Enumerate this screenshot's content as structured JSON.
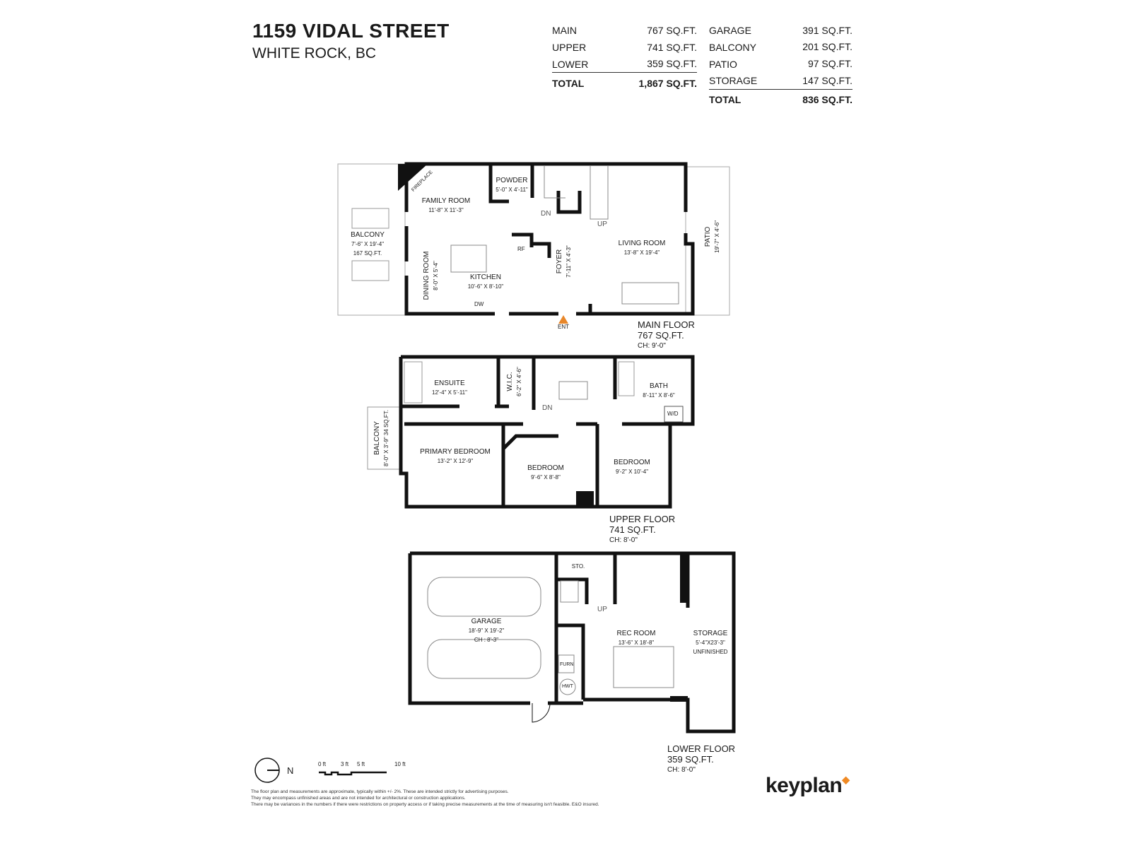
{
  "header": {
    "title": "1159 VIDAL STREET",
    "subtitle": "WHITE ROCK, BC"
  },
  "areas_interior": {
    "rows": [
      {
        "label": "MAIN",
        "value": "767 SQ.FT."
      },
      {
        "label": "UPPER",
        "value": "741 SQ.FT."
      },
      {
        "label": "LOWER",
        "value": "359 SQ.FT."
      }
    ],
    "total_label": "TOTAL",
    "total_value": "1,867 SQ.FT."
  },
  "areas_exterior": {
    "rows": [
      {
        "label": "GARAGE",
        "value": "391 SQ.FT."
      },
      {
        "label": "BALCONY",
        "value": "201 SQ.FT."
      },
      {
        "label": "PATIO",
        "value": "97 SQ.FT."
      },
      {
        "label": "STORAGE",
        "value": "147 SQ.FT."
      }
    ],
    "total_label": "TOTAL",
    "total_value": "836 SQ.FT."
  },
  "main_floor": {
    "name": "MAIN FLOOR",
    "area": "767 SQ.FT.",
    "ceiling": "CH: 9'-0\"",
    "rooms": [
      {
        "name": "FAMILY ROOM",
        "dim": "11'-8\" X 11'-3\""
      },
      {
        "name": "POWDER",
        "dim": "5'-0\" X 4'-11\""
      },
      {
        "name": "BALCONY",
        "dim": "7'-6\" X 19'-4\"",
        "area": "167 SQ.FT."
      },
      {
        "name": "DINING ROOM",
        "dim": "8'-0\" X 5'-4\""
      },
      {
        "name": "KITCHEN",
        "dim": "10'-6\" X 8'-10\""
      },
      {
        "name": "FOYER",
        "dim": "7'-11\" X 4'-3\""
      },
      {
        "name": "LIVING ROOM",
        "dim": "13'-8\" X 19'-4\""
      },
      {
        "name": "PATIO",
        "dim": "19'-7\" X 4'-6\""
      }
    ],
    "labels": {
      "fireplace": "FIREPLACE",
      "dn": "DN",
      "up": "UP",
      "rf": "RF",
      "dw": "DW",
      "ent": "ENT"
    }
  },
  "upper_floor": {
    "name": "UPPER FLOOR",
    "area": "741 SQ.FT.",
    "ceiling": "CH: 8'-0\"",
    "rooms": [
      {
        "name": "ENSUITE",
        "dim": "12'-4\" X 5'-11\""
      },
      {
        "name": "W.I.C.",
        "dim": "6'-2\" X 4'-6\""
      },
      {
        "name": "BATH",
        "dim": "8'-11\" X 8'-6\""
      },
      {
        "name": "BALCONY",
        "dim": "8'-0\" X 3'-9\"",
        "area": "34 SQ.FT."
      },
      {
        "name": "PRIMARY BEDROOM",
        "dim": "13'-2\" X 12'-9\""
      },
      {
        "name": "BEDROOM",
        "dim": "9'-6\" X 8'-8\""
      },
      {
        "name": "BEDROOM",
        "dim": "9'-2\" X 10'-4\""
      }
    ],
    "labels": {
      "dn": "DN",
      "wd": "W/D"
    }
  },
  "lower_floor": {
    "name": "LOWER FLOOR",
    "area": "359 SQ.FT.",
    "ceiling": "CH: 8'-0\"",
    "rooms": [
      {
        "name": "GARAGE",
        "dim": "18'-9\" X 19'-2\"",
        "ceiling": "CH : 8'-3\""
      },
      {
        "name": "STO.",
        "dim": ""
      },
      {
        "name": "REC ROOM",
        "dim": "13'-6\" X 18'-8\""
      },
      {
        "name": "STORAGE",
        "dim": "5'-4\"X23'-3\"",
        "note": "UNFINISHED"
      }
    ],
    "labels": {
      "up": "UP",
      "furn": "FURN",
      "hwt": "HWT"
    }
  },
  "legend": {
    "north": "N",
    "scale_ticks": [
      "0 ft",
      "3 ft",
      "5 ft",
      "10 ft"
    ]
  },
  "disclaimer": [
    "The floor plan and measurements are approximate, typically within +/- 2%. These are intended strictly for advertising purposes.",
    "They may encompass unfinished areas and are not intended for architectural or construction applications.",
    "There may be variances in the numbers if there were restrictions on property access or if taking precise measurements at the time of measuring isn't feasible. E&O insured."
  ],
  "brand": {
    "name": "keyplan",
    "accent": "#f08a24"
  },
  "colors": {
    "wall": "#111111",
    "entry_marker": "#e8872a"
  }
}
